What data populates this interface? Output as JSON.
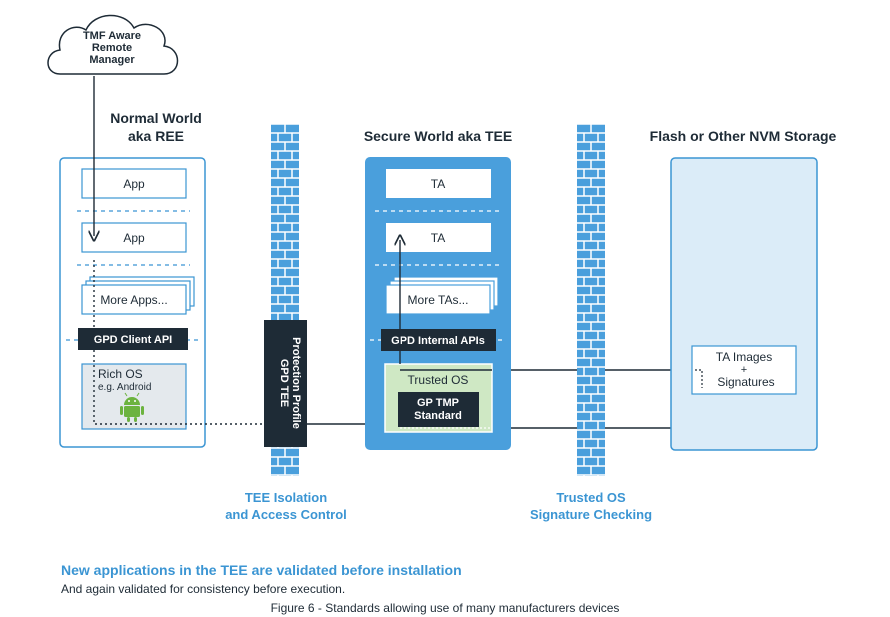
{
  "manager": {
    "line1": "TMF Aware",
    "line2": "Remote",
    "line3": "Manager"
  },
  "normal_world": {
    "title_line1": "Normal World",
    "title_line2": "aka REE",
    "app1": "App",
    "app2": "App",
    "more_apps": "More Apps...",
    "client_api": "GPD Client API",
    "rich_os_line1": "Rich OS",
    "rich_os_line2": "e.g. Android"
  },
  "firewall_left": {
    "protection_line1": "GPD TEE",
    "protection_line2": "Protection Profile",
    "label_line1": "TEE Isolation",
    "label_line2": "and Access Control"
  },
  "secure_world": {
    "title": "Secure World aka TEE",
    "ta1": "TA",
    "ta2": "TA",
    "more_tas": "More TAs...",
    "internal_apis": "GPD Internal APIs",
    "trusted_os": "Trusted OS",
    "gp_tmp_line1": "GP TMP",
    "gp_tmp_line2": "Standard"
  },
  "firewall_right": {
    "label_line1": "Trusted OS",
    "label_line2": "Signature Checking"
  },
  "storage": {
    "title": "Flash or Other NVM Storage",
    "images_line1": "TA Images",
    "images_line2": "+",
    "images_line3": "Signatures"
  },
  "captions": {
    "headline": "New applications in the TEE are validated before installation",
    "subline": "And again validated for consistency before execution.",
    "figure": "Figure 6 - Standards allowing use of many manufacturers devices"
  },
  "icons": {
    "android": "android-icon",
    "cloud": "cloud-icon",
    "firewall": "brick-wall-icon"
  },
  "colors": {
    "accent_blue": "#3b95d3",
    "secure_bg": "#4a9fdc",
    "storage_bg": "#dbecf8",
    "dark": "#1e2b36",
    "trusted_green": "#cfe8c4",
    "android_green": "#6cb33f"
  }
}
